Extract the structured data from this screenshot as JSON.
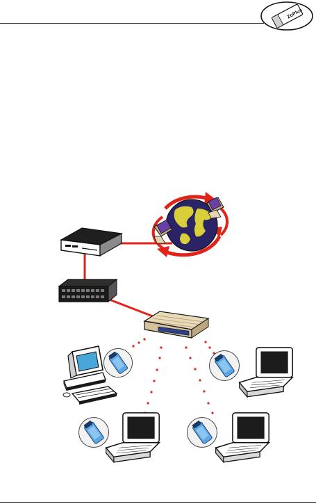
{
  "header": {
    "badge_label": "ZoPlus",
    "badge_icon": "pc-card-icon"
  },
  "colors": {
    "link": "#e2231a",
    "wireless_dots": "#e2231a",
    "globe_ocean": "#2a2466",
    "globe_land": "#d8cf3a",
    "cycle_arrow": "#e2231a",
    "card_blue": "#5aa7e6",
    "monitor_screen": "#49a6d9",
    "access_point": "#e8d9b9"
  },
  "diagram": {
    "nodes": [
      {
        "id": "internet",
        "icon": "internet-globe-icon"
      },
      {
        "id": "modem",
        "icon": "broadband-modem-icon"
      },
      {
        "id": "switch",
        "icon": "network-switch-icon"
      },
      {
        "id": "access_point",
        "icon": "wireless-access-point-icon"
      },
      {
        "id": "desktop",
        "icon": "desktop-computer-icon"
      },
      {
        "id": "laptop_right",
        "icon": "laptop-icon"
      },
      {
        "id": "laptop_bottom_left",
        "icon": "laptop-icon"
      },
      {
        "id": "laptop_bottom_right",
        "icon": "laptop-icon"
      }
    ],
    "links": [
      {
        "from": "modem",
        "to": "internet",
        "kind": "wired"
      },
      {
        "from": "modem",
        "to": "switch",
        "kind": "wired"
      },
      {
        "from": "switch",
        "to": "access_point",
        "kind": "wired"
      },
      {
        "from": "access_point",
        "to": "desktop",
        "kind": "wireless"
      },
      {
        "from": "access_point",
        "to": "laptop_right",
        "kind": "wireless"
      },
      {
        "from": "access_point",
        "to": "laptop_bottom_left",
        "kind": "wireless"
      },
      {
        "from": "access_point",
        "to": "laptop_bottom_right",
        "kind": "wireless"
      }
    ]
  }
}
